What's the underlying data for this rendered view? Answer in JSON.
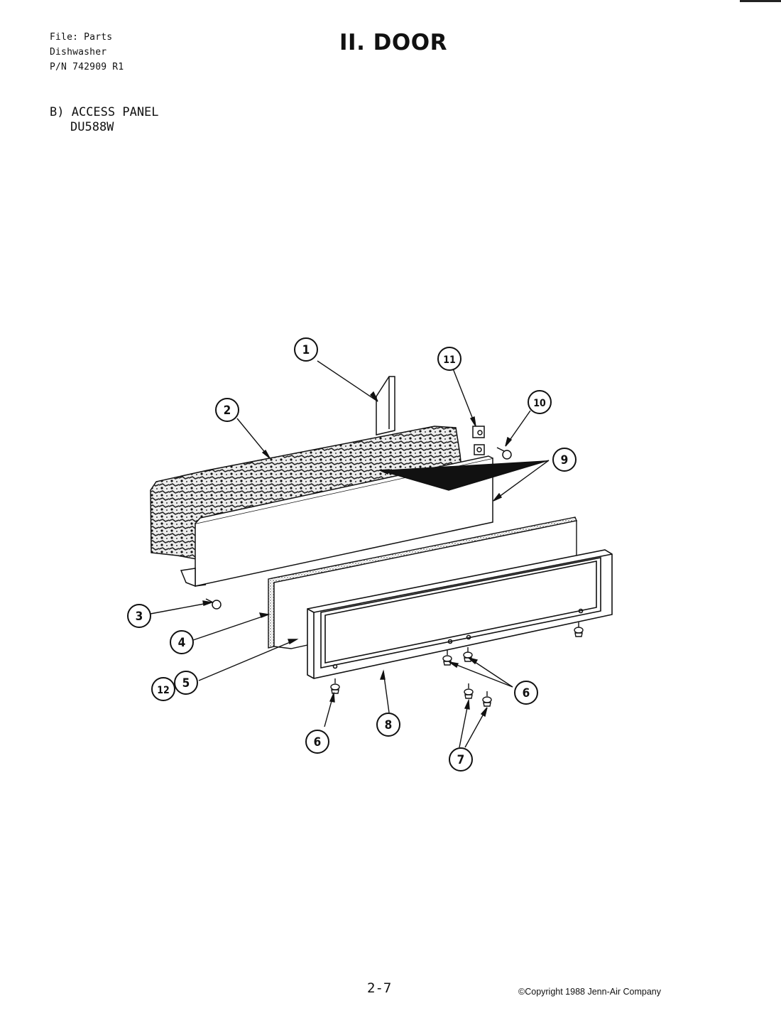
{
  "header": {
    "file_line": "File: Parts",
    "product_line": "Dishwasher",
    "part_number_line": "P/N 742909 R1"
  },
  "title": "II. DOOR",
  "section": {
    "label": "B) ACCESS PANEL",
    "model": "DU588W"
  },
  "callouts": [
    {
      "id": "c1",
      "text": "1"
    },
    {
      "id": "c2",
      "text": "2"
    },
    {
      "id": "c3",
      "text": "3"
    },
    {
      "id": "c4",
      "text": "4"
    },
    {
      "id": "c5",
      "text": "5"
    },
    {
      "id": "c6a",
      "text": "6"
    },
    {
      "id": "c6b",
      "text": "6"
    },
    {
      "id": "c7",
      "text": "7"
    },
    {
      "id": "c8",
      "text": "8"
    },
    {
      "id": "c9",
      "text": "9"
    },
    {
      "id": "c10",
      "text": "10"
    },
    {
      "id": "c11",
      "text": "11"
    },
    {
      "id": "c12",
      "text": "12"
    }
  ],
  "footer": {
    "page_number": "2-7",
    "copyright": "©Copyright 1988 Jenn-Air Company"
  }
}
